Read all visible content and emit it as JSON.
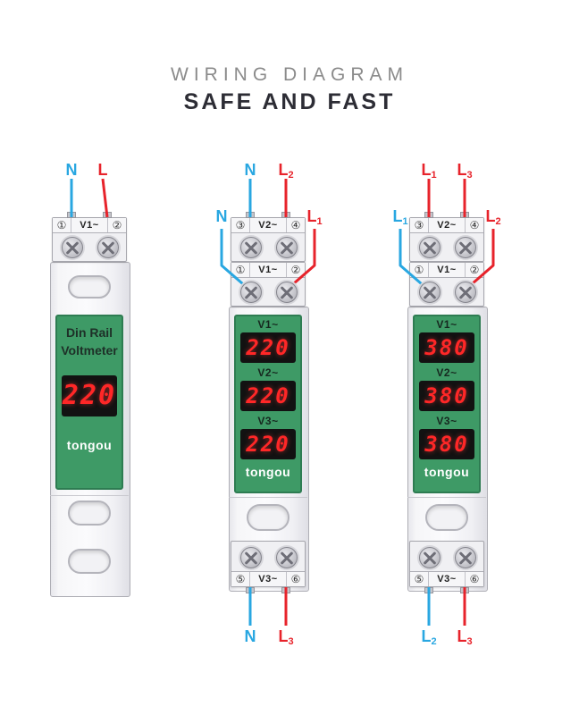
{
  "title": {
    "line1": "WIRING DIAGRAM",
    "line2": "SAFE AND FAST"
  },
  "colors": {
    "wire_blue": "#29a7e1",
    "wire_red": "#e7232b",
    "screen_green": "#3e9a66",
    "digit_red": "#ff2727",
    "display_bg": "#121212",
    "title_gray": "#8b8b8b",
    "title_dark": "#2d2d35"
  },
  "devices": [
    {
      "id": "single-voltmeter",
      "top_wire_labels": [
        {
          "text": "N",
          "sub": "",
          "color": "blue"
        },
        {
          "text": "L",
          "sub": "",
          "color": "red"
        }
      ],
      "terminal_rows": [
        {
          "left_num": "①",
          "label": "V1~",
          "right_num": "②"
        }
      ],
      "screen": {
        "heading_line1": "Din Rail",
        "heading_line2": "Voltmeter",
        "display_value": "220",
        "brand": "tongou"
      }
    },
    {
      "id": "three-phase-220v",
      "top_wire_labels": [
        {
          "text": "N",
          "sub": "",
          "color": "blue"
        },
        {
          "text": "L",
          "sub": "2",
          "color": "red"
        }
      ],
      "side_labels": {
        "left": {
          "text": "N",
          "sub": "",
          "color": "blue"
        },
        "right": {
          "text": "L",
          "sub": "1",
          "color": "red"
        }
      },
      "terminal_rows": [
        {
          "left_num": "③",
          "label": "V2~",
          "right_num": "④"
        },
        {
          "left_num": "①",
          "label": "V1~",
          "right_num": "②"
        }
      ],
      "bottom_row": {
        "left_num": "⑤",
        "label": "V3~",
        "right_num": "⑥"
      },
      "bottom_wire_labels": [
        {
          "text": "N",
          "sub": "",
          "color": "blue"
        },
        {
          "text": "L",
          "sub": "3",
          "color": "red"
        }
      ],
      "screen": {
        "channels": [
          {
            "label": "V1~",
            "value": "220"
          },
          {
            "label": "V2~",
            "value": "220"
          },
          {
            "label": "V3~",
            "value": "220"
          }
        ],
        "brand": "tongou"
      }
    },
    {
      "id": "three-phase-380v",
      "top_wire_labels": [
        {
          "text": "L",
          "sub": "1",
          "color": "red"
        },
        {
          "text": "L",
          "sub": "3",
          "color": "red"
        }
      ],
      "side_labels": {
        "left": {
          "text": "L",
          "sub": "1",
          "color": "blue"
        },
        "right": {
          "text": "L",
          "sub": "2",
          "color": "red"
        }
      },
      "terminal_rows": [
        {
          "left_num": "③",
          "label": "V2~",
          "right_num": "④"
        },
        {
          "left_num": "①",
          "label": "V1~",
          "right_num": "②"
        }
      ],
      "bottom_row": {
        "left_num": "⑤",
        "label": "V3~",
        "right_num": "⑥"
      },
      "bottom_wire_labels": [
        {
          "text": "L",
          "sub": "2",
          "color": "blue"
        },
        {
          "text": "L",
          "sub": "3",
          "color": "red"
        }
      ],
      "screen": {
        "channels": [
          {
            "label": "V1~",
            "value": "380"
          },
          {
            "label": "V2~",
            "value": "380"
          },
          {
            "label": "V3~",
            "value": "380"
          }
        ],
        "brand": "tongou"
      }
    }
  ]
}
